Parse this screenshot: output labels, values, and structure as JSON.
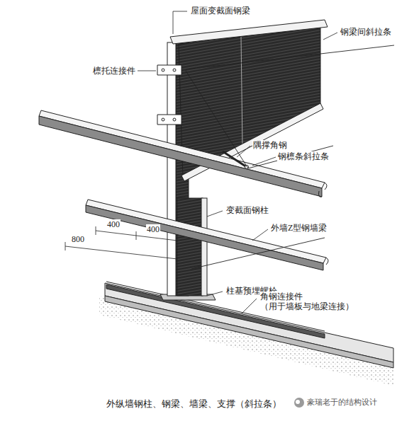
{
  "diagram": {
    "caption": "外纵墙钢柱、钢梁、墙梁、支撑（斜拉条）",
    "labels": [
      "屋面变截面钢梁",
      "檩托连接件",
      "钢梁间斜拉条",
      "隅撑角钢",
      "钢檩条斜拉条",
      "变截面钢柱",
      "400",
      "400",
      "800",
      "外墙Z型钢墙梁",
      "柱基预埋螺栓",
      "角钢连接件 （用于墙板与地梁连接）",
      "豪瑞老于的结构设计"
    ]
  }
}
